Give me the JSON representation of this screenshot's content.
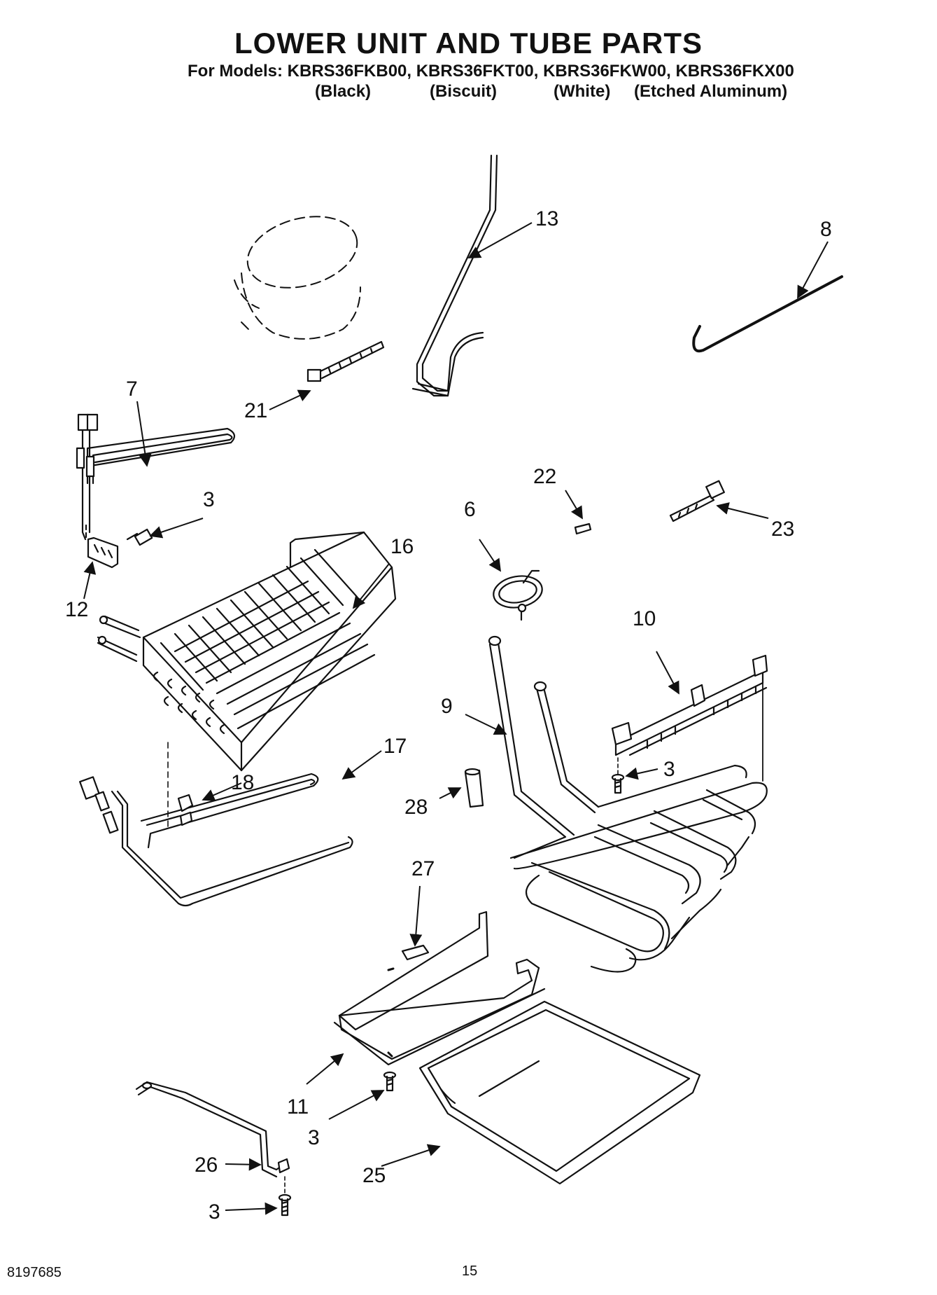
{
  "header": {
    "title": "LOWER UNIT AND TUBE PARTS",
    "models_line": "For Models: KBRS36FKB00, KBRS36FKT00, KBRS36FKW00, KBRS36FKX00",
    "colors": [
      "(Black)",
      "(Biscuit)",
      "(White)",
      "(Etched Aluminum)"
    ]
  },
  "callouts": {
    "c13": "13",
    "c8": "8",
    "c7": "7",
    "c21": "21",
    "c22": "22",
    "c23": "23",
    "c3a": "3",
    "c6": "6",
    "c16": "16",
    "c12": "12",
    "c10": "10",
    "c9": "9",
    "c3b": "3",
    "c17": "17",
    "c18": "18",
    "c28": "28",
    "c27": "27",
    "c11": "11",
    "c3c": "3",
    "c26": "26",
    "c25": "25",
    "c3d": "3"
  },
  "footer": {
    "doc_number": "8197685",
    "page_number": "15"
  }
}
